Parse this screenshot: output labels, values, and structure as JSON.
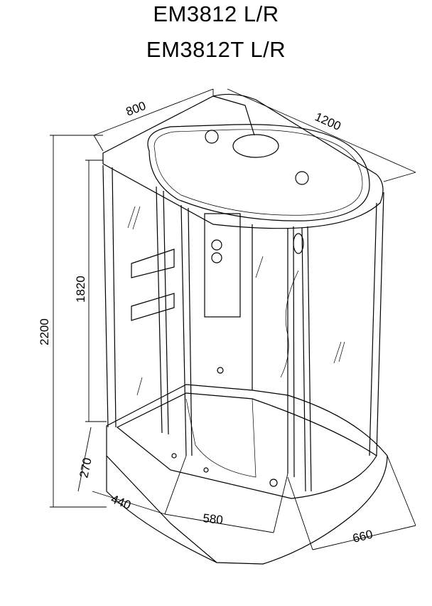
{
  "titles": [
    "EM3812 L/R",
    "EM3812T L/R"
  ],
  "dimensions": {
    "depth": "800",
    "width": "1200",
    "total_height": "2200",
    "cabin_height": "1820",
    "tray_height": "270",
    "side_depth": "440",
    "door_width": "580",
    "curve_width": "660"
  }
}
